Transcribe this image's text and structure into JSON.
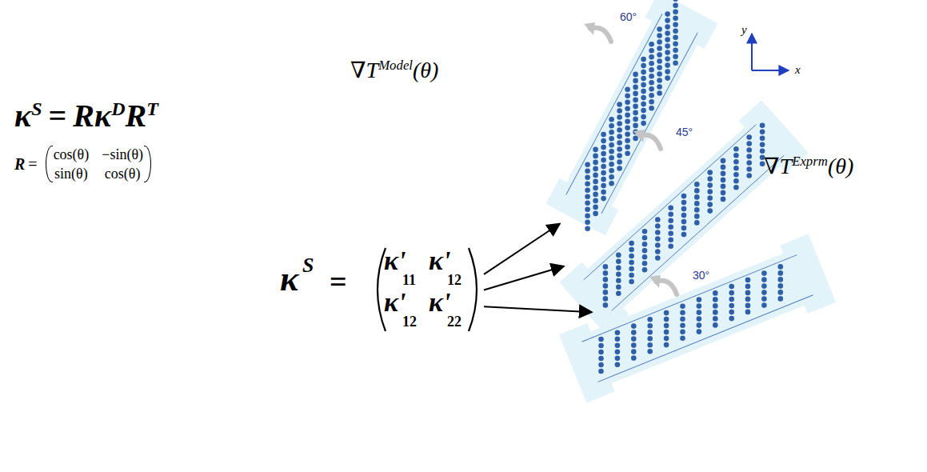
{
  "diagram": {
    "nodes": [
      {
        "text": [
          "κ",
          "S",
          "=",
          "κ'",
          "11",
          "κ'",
          "12",
          "κ'",
          "12",
          "κ'",
          "22"
        ]
      },
      {
        "text": [
          "60°"
        ]
      },
      {
        "text": [
          "45°"
        ]
      },
      {
        "text": [
          "30°"
        ]
      }
    ],
    "edges": [
      {
        "from": 0,
        "to": 1,
        "arrow": "to"
      },
      {
        "from": 0,
        "to": 2,
        "arrow": "to"
      },
      {
        "from": 0,
        "to": 3,
        "arrow": "to"
      }
    ],
    "labels": [
      "κ",
      "S",
      "=",
      "Rκ",
      "D",
      "R",
      "T",
      "R",
      "=",
      "cos(θ)",
      "−sin(θ)",
      "sin(θ)",
      "cos(θ)",
      "∇T",
      "Model",
      "(θ)",
      "∇T",
      "Exprm",
      "(θ)",
      "y",
      "x"
    ]
  }
}
